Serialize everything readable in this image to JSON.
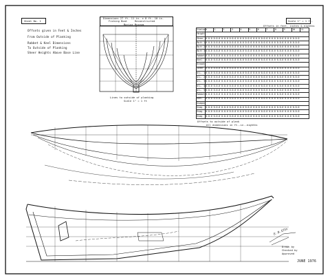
{
  "sheet_id": "Sheet No. 1",
  "title_block": {
    "line1": "Dimensions 27 ft. 11 in. x 8 ft. 10 in.",
    "line2": "Fishing Boat",
    "line3": "Reconstructed",
    "line4": "Marine Museum"
  },
  "scale_tag": "Scale 1\" = 1 ft.",
  "scale_note": "Offsets in feet, inches & eighths",
  "notes": [
    "Offsets given in Feet & Inches",
    "From Outside of Planking",
    "Rabbet & Keel Dimensions",
    "To Outside of Planking",
    "Sheer Heights Above Base Line"
  ],
  "section_caption": [
    "Lines to outside of planking",
    "Scale 1\" = 1 ft"
  ],
  "offsets_note": [
    "Offsets to outside of plank",
    "All dimensions in ft.-in.-eighths"
  ],
  "offsets": {
    "header": [
      "Station",
      "0",
      "1",
      "2",
      "3",
      "4",
      "5",
      "6",
      "7",
      "8",
      "9",
      "10",
      "11"
    ],
    "heights_label": "Heights",
    "heights_rows": [
      "Sheer",
      "Butt 1",
      "Butt 2",
      "Butt 3",
      "Rabbet",
      "Keel"
    ],
    "breadths_label": "Breadths",
    "breadths_rows": [
      "Sheer",
      "W.L. 1",
      "W.L. 2",
      "W.L. 3",
      "W.L. 4",
      "W.L. 5",
      "Rabbet",
      "Keel"
    ],
    "diagonals_label": "Diagonals",
    "diagonals_rows": [
      "Diag. A",
      "Diag. B",
      "Diag. C"
    ],
    "cell_mark": "0-0-0"
  },
  "signature": "E. B. Ellis",
  "stamp": [
    "Drawn by",
    "Checked by",
    "Approved"
  ],
  "date": "JUNE 1976"
}
